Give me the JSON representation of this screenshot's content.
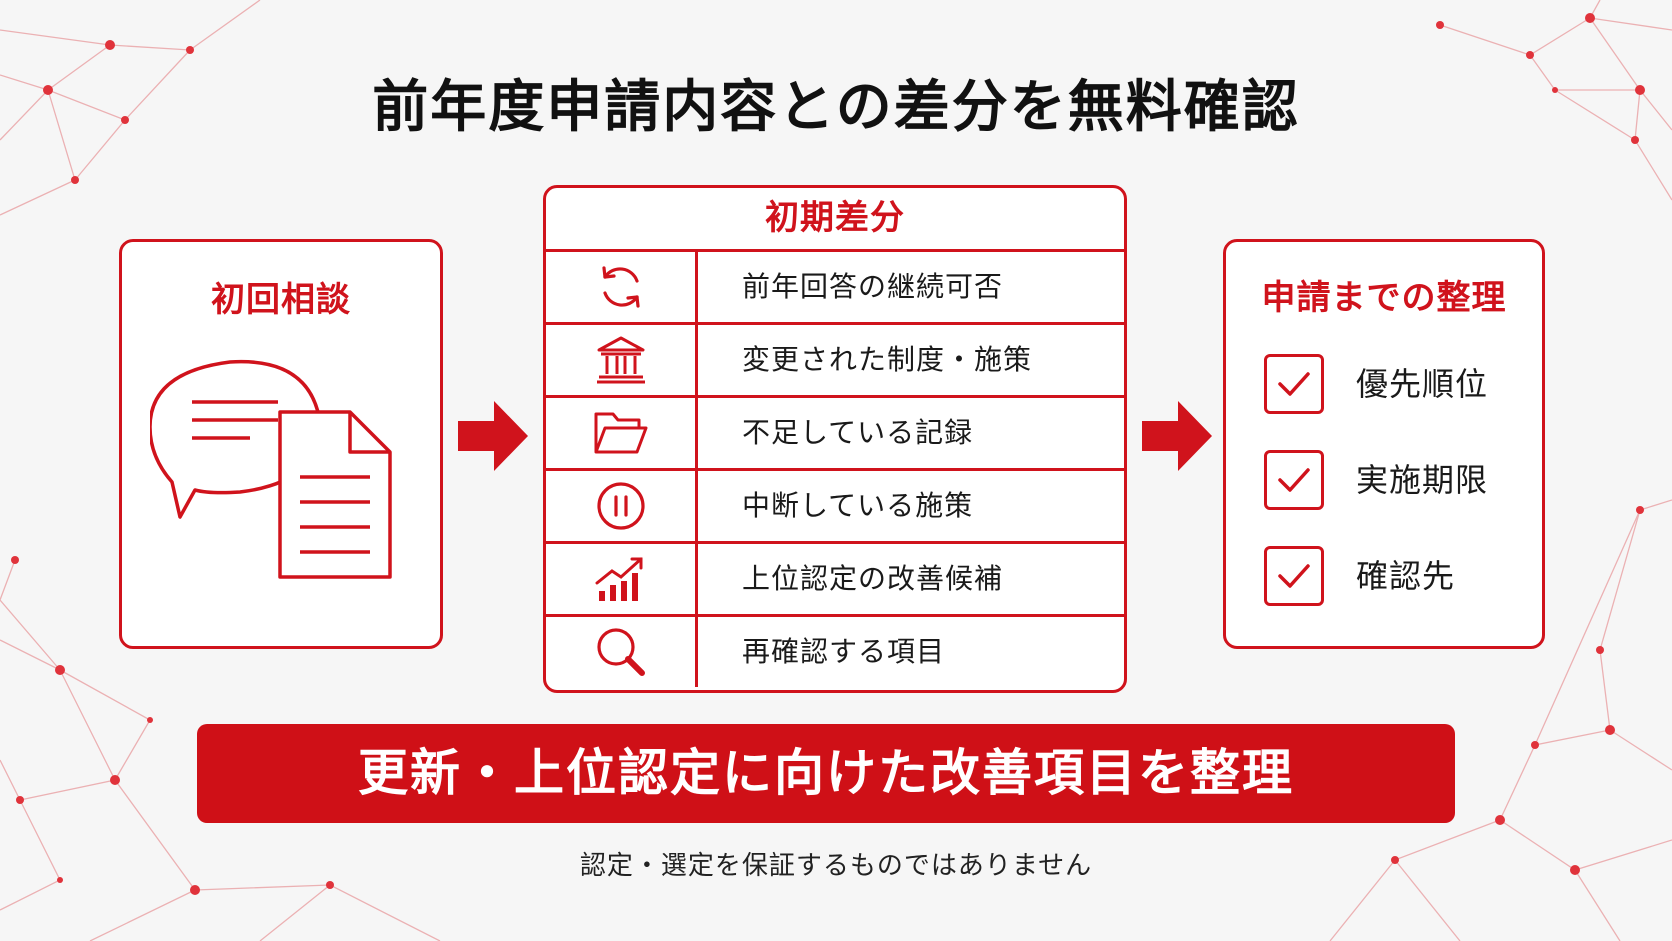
{
  "title": "前年度申請内容との差分を無料確認",
  "colors": {
    "accent": "#d0131c",
    "banner": "#cf1017",
    "background": "#f6f6f6"
  },
  "consult": {
    "title": "初回相談",
    "illustration": [
      "speech-bubble-icon",
      "document-icon"
    ]
  },
  "diff": {
    "title": "初期差分",
    "rows": [
      {
        "icon": "refresh-icon",
        "label": "前年回答の継続可否"
      },
      {
        "icon": "building-icon",
        "label": "変更された制度・施策"
      },
      {
        "icon": "folder-icon",
        "label": "不足している記録"
      },
      {
        "icon": "pause-icon",
        "label": "中断している施策"
      },
      {
        "icon": "growth-chart-icon",
        "label": "上位認定の改善候補"
      },
      {
        "icon": "search-icon",
        "label": "再確認する項目"
      }
    ]
  },
  "plan": {
    "title": "申請までの整理",
    "items": [
      "優先順位",
      "実施期限",
      "確認先"
    ]
  },
  "banner": "更新・上位認定に向けた改善項目を整理",
  "disclaimer": "認定・選定を保証するものではありません"
}
